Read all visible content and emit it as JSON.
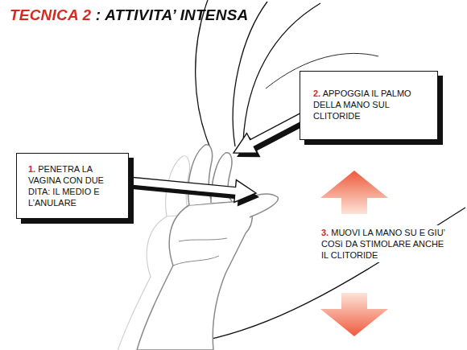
{
  "diagram": {
    "title": "TECNICA 2 : ATTIVITA’ INTENSA",
    "nodes": [
      {
        "text": [
          "1.",
          "PENETRA LA VAGINA CON DUE DITA: IL MEDIO E L’ANULARE"
        ]
      },
      {
        "text": [
          "2.",
          "APPOGGIA IL PALMO DELLA MANO SUL CLITORIDE"
        ]
      }
    ],
    "labels": [
      "3.",
      "MUOVI LA MANO SU E GIU’ COSì DA STIMOLARE ANCHE IL CLITORIDE"
    ]
  }
}
